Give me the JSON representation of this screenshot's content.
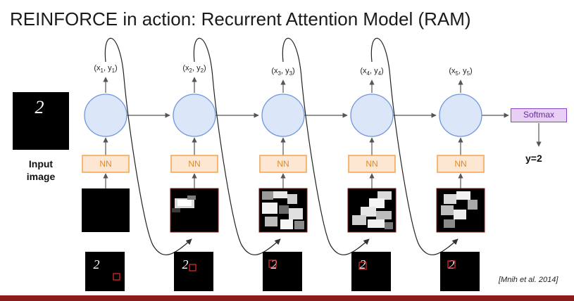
{
  "title": "REINFORCE in action: Recurrent Attention Model (RAM)",
  "input_label": "Input\nimage",
  "input_digit": "2",
  "nn_label": "NN",
  "softmax_label": "Softmax",
  "output_label": "y=2",
  "citation": "[Mnih et al. 2014]",
  "coords": [
    {
      "x": "x",
      "xs": "1",
      "y": "y",
      "ys": "1"
    },
    {
      "x": "x",
      "xs": "2",
      "y": "y",
      "ys": "2"
    },
    {
      "x": "x",
      "xs": "3",
      "y": "y",
      "ys": "3"
    },
    {
      "x": "x",
      "xs": "4",
      "y": "y",
      "ys": "4"
    },
    {
      "x": "x",
      "xs": "5",
      "y": "y",
      "ys": "5"
    }
  ],
  "colors": {
    "cell_fill": "#dbe6f8",
    "cell_stroke": "#6f96dd",
    "nn_fill": "#fde6d2",
    "nn_stroke": "#f2a24d",
    "softmax_fill": "#e8cff4",
    "softmax_stroke": "#8e44c8",
    "glimpse_box": "#d12b2b",
    "footer": "#8c1c1c"
  }
}
